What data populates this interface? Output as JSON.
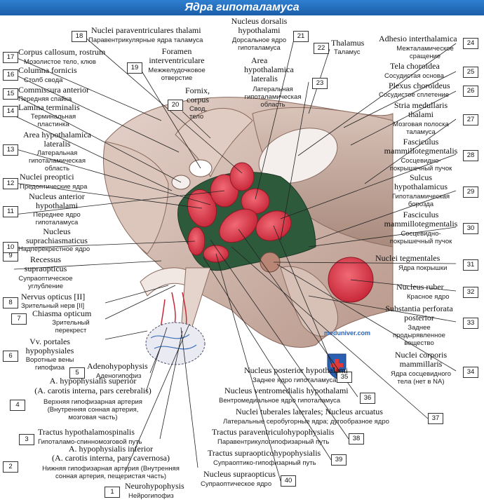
{
  "title": "Ядра гипоталамуса",
  "watermark": "meduniver.com",
  "labels": [
    {
      "n": "1",
      "lat": "Neurohypophysis",
      "ru": "Нейрогипофиз"
    },
    {
      "n": "2",
      "lat": "A. hypophysialis inferior",
      "lat2": "(A. carotis interna, pars cavernosa)",
      "ru": "Нижняя гипофизарная артерия (Внутренняя",
      "ru2": "сонная артерия, пещеристая часть)"
    },
    {
      "n": "3",
      "lat": "Tractus hypothalamospinalis",
      "ru": "Гипоталамо-спинномозговой путь"
    },
    {
      "n": "4",
      "lat": "A. hypophysialis superior",
      "lat2": "(A. carotis interna, pars cerebralis)",
      "ru": "Верхняя гипофизарная артерия",
      "ru2": "(Внутренняя сонная артерия,",
      "ru3": "мозговая часть)"
    },
    {
      "n": "5",
      "lat": "Adenohypophysis",
      "ru": "Аденогипофиз"
    },
    {
      "n": "6",
      "lat": "Vv. portales",
      "lat2": "hypophysiales",
      "ru": "Воротные вены",
      "ru2": "гипофиза"
    },
    {
      "n": "7",
      "lat": "Chiasma opticum",
      "ru": "Зрительный",
      "ru2": "перекрест"
    },
    {
      "n": "8",
      "lat": "Nervus opticus [II]",
      "ru": "Зрительный нерв [II]"
    },
    {
      "n": "9",
      "lat": "Recessus",
      "lat2": "supraopticus",
      "ru": "Супраоптическое",
      "ru2": "углубление"
    },
    {
      "n": "10",
      "lat": "Nucleus",
      "lat2": "suprachiasmaticus",
      "ru": "Надперекрестное ядро"
    },
    {
      "n": "11",
      "lat": "Nucleus anterior",
      "lat2": "hypothalami",
      "ru": "Переднее ядро",
      "ru2": "гипоталамуса"
    },
    {
      "n": "12",
      "lat": "Nuclei preoptici",
      "ru": "Предоптические ядра"
    },
    {
      "n": "13",
      "lat": "Area hypothalamica",
      "lat2": "lateralis",
      "ru": "Латеральная",
      "ru2": "гипоталамическая",
      "ru3": "область"
    },
    {
      "n": "14",
      "lat": "Lamina terminalis",
      "ru": "Терминальная",
      "ru2": "пластинка"
    },
    {
      "n": "15",
      "lat": "Commissura anterior",
      "ru": "Передняя спайка"
    },
    {
      "n": "16",
      "lat": "Columna fornicis",
      "ru": "Столб свода"
    },
    {
      "n": "17",
      "lat": "Corpus callosum, rostrum",
      "ru": "Мозолистое тело, клюв"
    },
    {
      "n": "18",
      "lat": "Nuclei paraventriculares thalami",
      "ru": "Паравентрикулярные ядра таламуса"
    },
    {
      "n": "19",
      "lat": "Foramen",
      "lat2": "interventriculare",
      "ru": "Межжелудочковое",
      "ru2": "отверстие"
    },
    {
      "n": "20",
      "lat": "Fornix,",
      "lat2": "corpus",
      "ru": "Свод,",
      "ru2": "тело"
    },
    {
      "n": "21",
      "lat": "Nucleus dorsalis",
      "lat2": "hypothalami",
      "ru": "Дорсальное ядро",
      "ru2": "гипоталамуса"
    },
    {
      "n": "22",
      "lat": "Thalamus",
      "ru": "Таламус"
    },
    {
      "n": "23",
      "lat": "Area",
      "lat2": "hypothalamica",
      "lat3": "lateralis",
      "ru": "Латеральная",
      "ru2": "гипоталамическая",
      "ru3": "область"
    },
    {
      "n": "24",
      "lat": "Adhesio interthalamica",
      "ru": "Межталамическое",
      "ru2": "сращение"
    },
    {
      "n": "25",
      "lat": "Tela choroidea",
      "ru": "Сосудистая основа"
    },
    {
      "n": "26",
      "lat": "Plexus choroideus",
      "ru": "Сосудистое сплетение"
    },
    {
      "n": "27",
      "lat": "Stria medullaris",
      "lat2": "thalami",
      "ru": "Мозговая полоска",
      "ru2": "таламуса"
    },
    {
      "n": "28",
      "lat": "Fasciculus",
      "lat2": "mammillotegmentalis",
      "ru": "Сосцевидно-",
      "ru2": "покрышечный пучок"
    },
    {
      "n": "29",
      "lat": "Sulcus",
      "lat2": "hypothalamicus",
      "ru": "Гипоталамическая",
      "ru2": "борозда"
    },
    {
      "n": "30",
      "lat": "Fasciculus",
      "lat2": "mammillotegmentalis",
      "ru": "Сосцевидно-",
      "ru2": "покрышечный пучок"
    },
    {
      "n": "31",
      "lat": "Nuclei tegmentales",
      "ru": "Ядра покрышки"
    },
    {
      "n": "32",
      "lat": "Nucleus ruber",
      "ru": "Красное ядро"
    },
    {
      "n": "33",
      "lat": "Substantia perforata",
      "lat2": "posterior",
      "ru": "Заднее",
      "ru2": "продырявленное",
      "ru3": "вещество"
    },
    {
      "n": "34",
      "lat": "Nuclei corporis",
      "lat2": "mammillaris",
      "ru": "Ядра сосцевидного",
      "ru2": "тела (нет в NA)"
    },
    {
      "n": "35",
      "lat": "Nucleus posterior hypothalami",
      "ru": "Заднее ядро гипоталамуса"
    },
    {
      "n": "36",
      "lat": "Nucleus ventromedialis hypothalami",
      "ru": "Вентромедиальное ядро гипоталамуса"
    },
    {
      "n": "37",
      "lat": "Nuclei tuberales laterales; Nucleus arcuatus",
      "ru": "Латеральные серобугорные ядра; дугообразное ядро"
    },
    {
      "n": "38",
      "lat": "Tractus paraventriculohypophysialis",
      "ru": "Паравентрикулогипофизарный путь"
    },
    {
      "n": "39",
      "lat": "Tractus supraopticohypophysialis",
      "ru": "Супраоптико-гипофизарный путь"
    },
    {
      "n": "40",
      "lat": "Nucleus supraopticus",
      "ru": "Супраоптическое ядро"
    }
  ],
  "colors": {
    "header": "#1f66b4",
    "nucleus_red": "#d93a4a",
    "area_green": "#2e5a3c",
    "brain": "#c9b0a4",
    "brain_dark": "#a58377",
    "ventricle": "#f4efec"
  }
}
